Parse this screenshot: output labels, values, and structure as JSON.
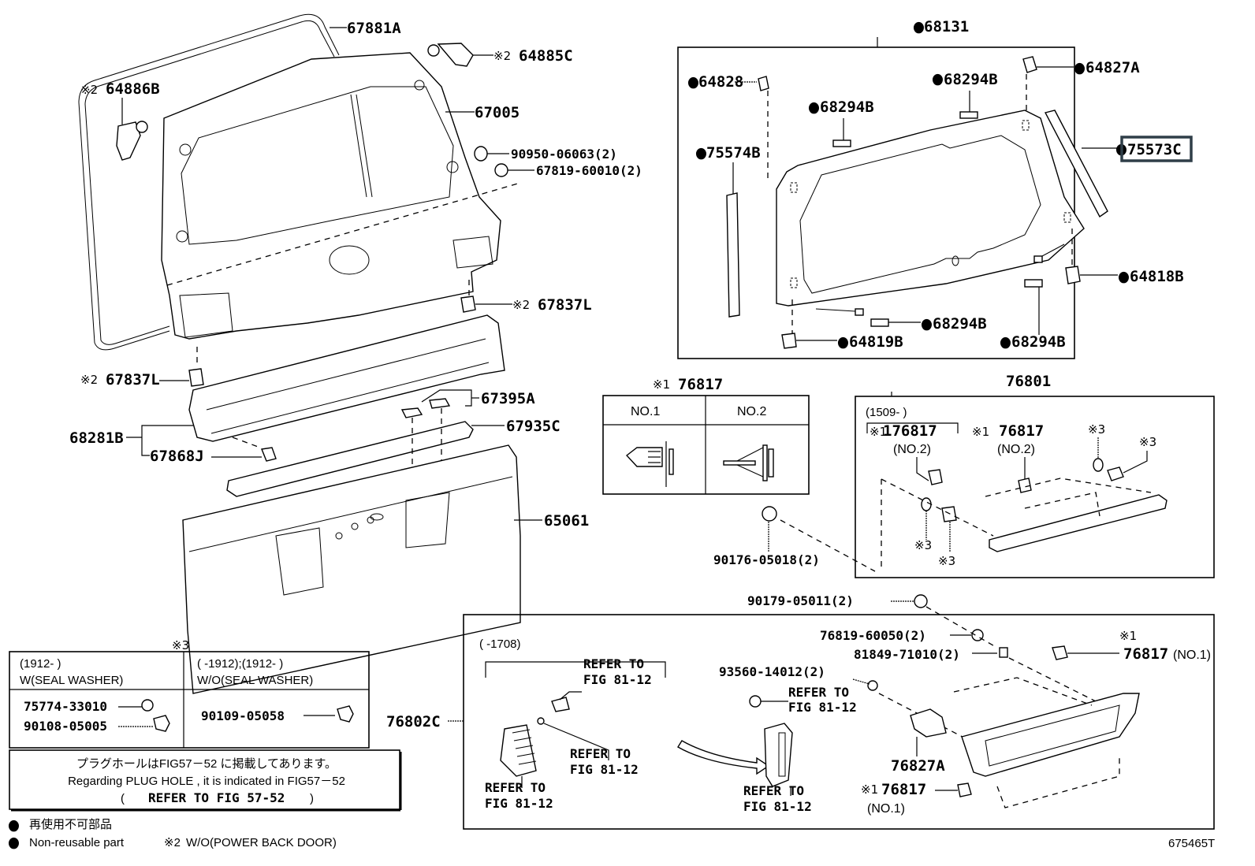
{
  "diagram": {
    "figure_id": "675465T",
    "highlighted_part": "75573C",
    "highlight_color": "#2f3e48",
    "labels": {
      "p67881A": "67881A",
      "p64885C": "64885C",
      "p64886B": "64886B",
      "p67005": "67005",
      "p90950": "90950-06063(2)",
      "p67819": "67819-60010(2)",
      "p67837L_right": "67837L",
      "p67837L_left": "67837L",
      "p67395A": "67395A",
      "p67935C": "67935C",
      "p68281B": "68281B",
      "p67868J": "67868J",
      "p65061": "65061",
      "p68131": "68131",
      "p64828": "64828",
      "p68294B_a": "68294B",
      "p68294B_b": "68294B",
      "p64827A": "64827A",
      "p75574B": "75574B",
      "p75573C": "75573C",
      "p64818B": "64818B",
      "p68294B_c": "68294B",
      "p64819B": "64819B",
      "p68294B_d": "68294B",
      "p76817_table": "76817",
      "p76801": "76801",
      "p76817_a": "176817",
      "p76817_b": "76817",
      "p90176": "90176-05018(2)",
      "p90179": "90179-05011(2)",
      "p76819": "76819-60050(2)",
      "p81849": "81849-71010(2)",
      "p76817_c": "76817",
      "p93560": "93560-14012(2)",
      "p76827A": "76827A",
      "p76817_d": "76817",
      "p76802C": "76802C"
    },
    "marks": {
      "note1": "※1",
      "note2": "※2",
      "note3": "※3",
      "nonreusable": "●"
    },
    "qualifiers": {
      "no1": "NO.1",
      "no2": "NO.2",
      "no1_paren": "(NO.1)",
      "no2_paren": "(NO.2)",
      "date_1509": "(1509-      )",
      "date_1708": "(      -1708)"
    },
    "refer": {
      "line1": "REFER TO",
      "line2": "FIG 81-12"
    },
    "clip_table": {
      "title": "76817",
      "columns": [
        "NO.1",
        "NO.2"
      ]
    },
    "washer_table": {
      "col1_header_line1": "(1912-      )",
      "col1_header_line2": "W(SEAL WASHER)",
      "col2_header_line1": "(      -1912);(1912-      )",
      "col2_header_line2": "W/O(SEAL WASHER)",
      "col1_parts": [
        "75774-33010",
        "90108-05005"
      ],
      "col2_parts": [
        "90109-05058"
      ]
    },
    "plug_note": {
      "jp": "プラグホールはFIG57－52 に掲載してあります。",
      "en": "Regarding PLUG HOLE , it is indicated in FIG57－52",
      "refer_open": "(",
      "refer": "REFER TO FIG 57-52",
      "refer_close": ")"
    },
    "legend": {
      "jp": "再使用不可部品",
      "en": "Non-reusable part",
      "note2_text": "W/O(POWER BACK DOOR)"
    }
  }
}
